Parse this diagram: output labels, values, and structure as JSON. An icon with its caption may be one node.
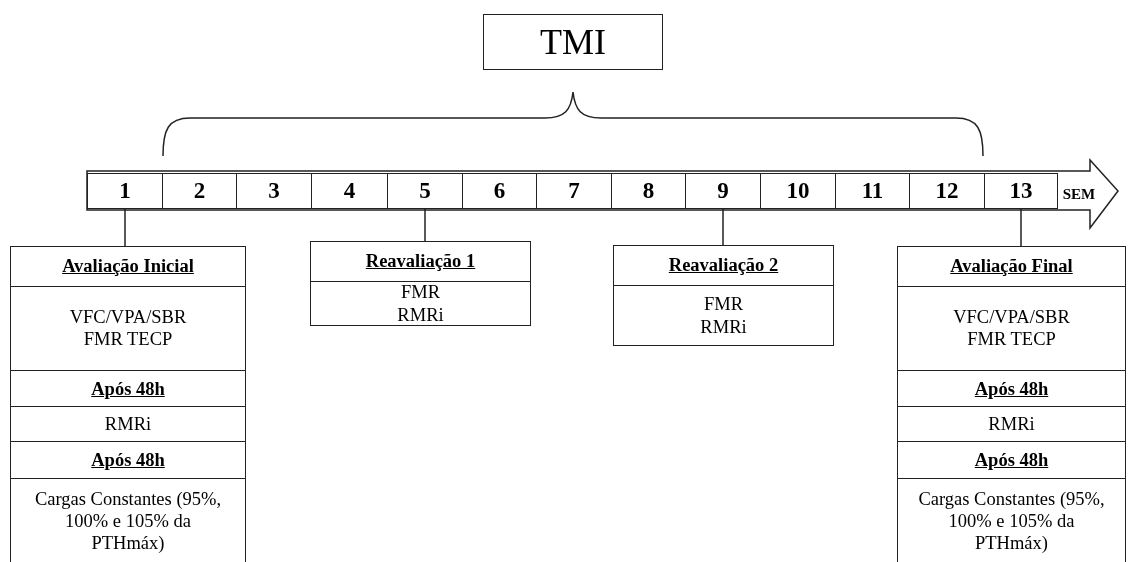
{
  "diagram": {
    "nodes": [
      {
        "text": [
          "TMI"
        ]
      },
      {
        "text": [
          "1"
        ]
      },
      {
        "text": [
          "2"
        ]
      },
      {
        "text": [
          "3"
        ]
      },
      {
        "text": [
          "4"
        ]
      },
      {
        "text": [
          "5"
        ]
      },
      {
        "text": [
          "6"
        ]
      },
      {
        "text": [
          "7"
        ]
      },
      {
        "text": [
          "8"
        ]
      },
      {
        "text": [
          "9"
        ]
      },
      {
        "text": [
          "10"
        ]
      },
      {
        "text": [
          "11"
        ]
      },
      {
        "text": [
          "12"
        ]
      },
      {
        "text": [
          "13"
        ]
      },
      {
        "text": [
          "SEM"
        ]
      },
      {
        "text": [
          "Avaliação Inicial",
          "VFC/VPA/SBR FMR TECP",
          "Após 48h",
          "RMRi",
          "Após 48h",
          "Cargas Constantes (95%, 100% e 105% da PTHmáx)"
        ]
      },
      {
        "text": [
          "Reavaliação 1",
          "FMR RMRi"
        ]
      },
      {
        "text": [
          "Reavaliação 2",
          "FMR RMRi"
        ]
      },
      {
        "text": [
          "Avaliação Final",
          "VFC/VPA/SBR FMR TECP",
          "Após 48h",
          "RMRi",
          "Após 48h",
          "Cargas Constantes (95%, 100% e 105% da PTHmáx)"
        ]
      }
    ],
    "edges": [
      {
        "from": 1,
        "to": 15,
        "arrow": "none"
      },
      {
        "from": 5,
        "to": 16,
        "arrow": "none"
      },
      {
        "from": 9,
        "to": 17,
        "arrow": "none"
      },
      {
        "from": 13,
        "to": 18,
        "arrow": "none"
      }
    ]
  }
}
